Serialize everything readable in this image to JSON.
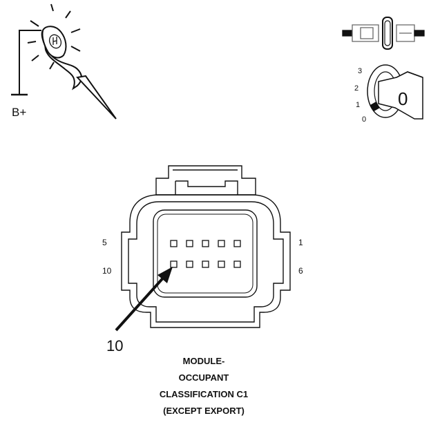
{
  "probe": {
    "supply_label": "B+"
  },
  "ignition": {
    "positions": [
      "3",
      "2",
      "1",
      "0"
    ],
    "key_label": "0"
  },
  "connector": {
    "pin_labels": {
      "top_left": "5",
      "top_right": "1",
      "bottom_left": "10",
      "bottom_right": "6"
    },
    "callout": "10"
  },
  "caption": {
    "lines": [
      "MODULE-",
      "OCCUPANT",
      "CLASSIFICATION C1",
      "(EXCEPT EXPORT)"
    ]
  }
}
